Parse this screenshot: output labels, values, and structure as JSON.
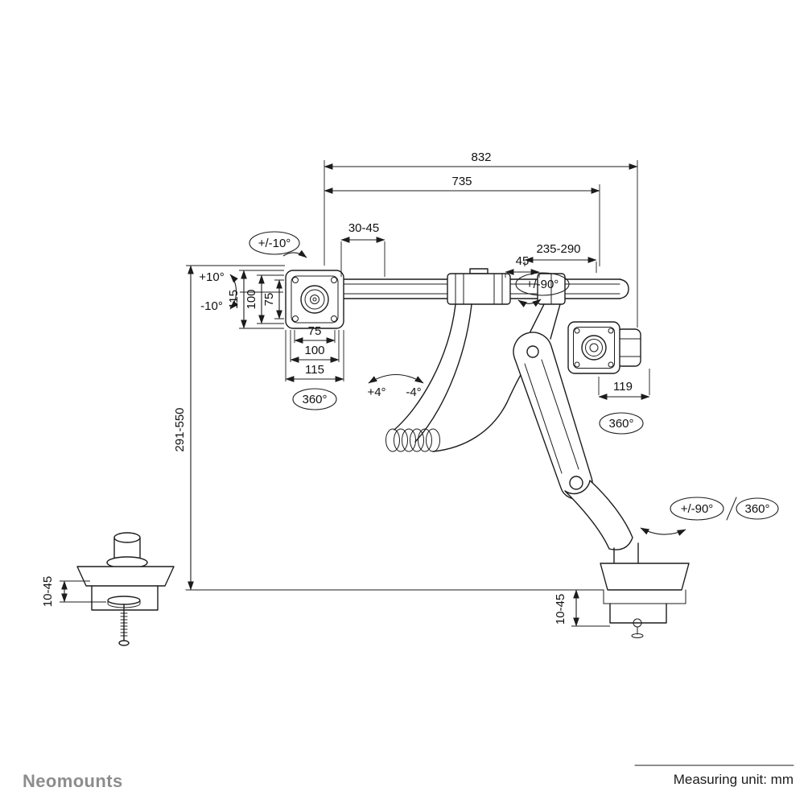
{
  "page": {
    "brand": "Neomounts",
    "measuring_unit": "Measuring unit: mm"
  },
  "annotations": {
    "total_width": "832",
    "rail_width": "735",
    "slot_range": "30-45",
    "head_tilt": "+/-10°",
    "gap": "45",
    "extension_range": "235-290",
    "pivot_swivel": "+/-90°",
    "tilt_up": "+10°",
    "tilt_down": "-10°",
    "vesa_v_115": "115",
    "vesa_v_100": "100",
    "vesa_v_75": "75",
    "vesa_h_75": "75",
    "vesa_h_100": "100",
    "vesa_h_115": "115",
    "vesa_rotation": "360°",
    "fine_tilt_plus": "+4°",
    "fine_tilt_minus": "-4°",
    "head_depth": "119",
    "head_rotation": "360°",
    "height_range": "291-550",
    "base_swivel": "+/-90°",
    "base_rotation": "360°",
    "clamp_left": "10-45",
    "clamp_right": "10-45"
  }
}
